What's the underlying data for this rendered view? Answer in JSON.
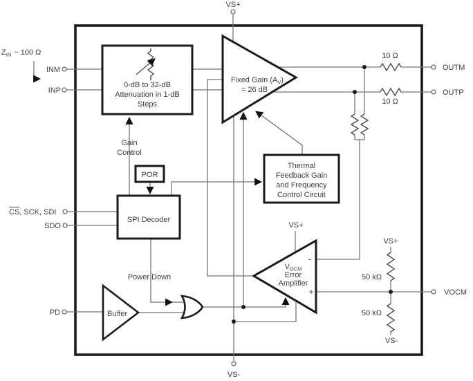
{
  "diagram": {
    "title_hint": "Variable-gain fully-differential amplifier functional block diagram",
    "pins": {
      "vs_plus_top": "VS+",
      "inm": "INM",
      "inp": "INP",
      "spi_cs": "CS",
      "spi_rest": ", SCK, SDI",
      "sdo": "SDO",
      "pd": "PD",
      "vs_minus_bottom": "VS-",
      "outm": "OUTM",
      "outp": "OUTP",
      "vocm": "VOCM"
    },
    "labels": {
      "zin_z": "Z",
      "zin_sub": "IN",
      "zin_rest": "~ 100 Ω",
      "r_outm": "10 Ω",
      "r_outp": "10 Ω",
      "r50_top": "50 kΩ",
      "r50_bottom": "50 kΩ",
      "vs_plus_divider": "VS+",
      "vs_minus_divider": "VS-",
      "vs_plus_erramp": "VS+",
      "gain_control_1": "Gain",
      "gain_control_2": "Control",
      "power_down": "Power Down",
      "minus_input": "-",
      "plus_input": "+"
    },
    "blocks": {
      "attenuator": [
        "0-dB to 32-dB",
        "Attenuation in 1-dB",
        "Steps"
      ],
      "por": "POR",
      "spi": "SPI Decoder",
      "thermal": [
        "Thermal",
        "Feedback Gain",
        "and Frequency",
        "Control Circuit"
      ],
      "buffer": "Buffer",
      "fixed_gain_1a": "Fixed Gain (A",
      "fixed_gain_sub": "V",
      "fixed_gain_1b": ")",
      "fixed_gain_2": "= 26 dB",
      "erramp_v": "V",
      "erramp_sub": "OCM",
      "erramp_2": "Error",
      "erramp_3": "Amplifier"
    },
    "colors": {
      "wire": "#757575",
      "outline": "#1a1a1a",
      "text": "#3d3d3d",
      "background": "#ffffff"
    }
  }
}
